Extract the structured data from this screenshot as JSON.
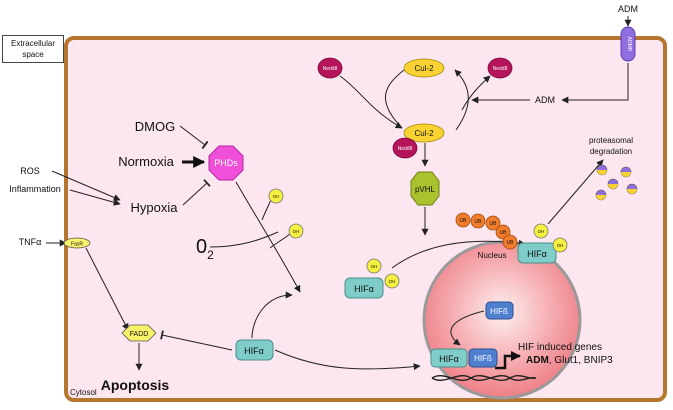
{
  "compartments": {
    "extracellular": "Extracellular space",
    "cytosol": "Cytosol",
    "nucleus": "Nucleus"
  },
  "stimuli": {
    "ros": "ROS",
    "inflammation": "Inflammation",
    "tnfa": "TNFα",
    "dmog": "DMOG",
    "normoxia": "Normoxia",
    "hypoxia": "Hypoxia",
    "o2_main": "0",
    "o2_sub": "2"
  },
  "molecules": {
    "phds": "PHDs",
    "fasr": "FasR",
    "fadd": "FADD",
    "nedd8": "Nedd8",
    "cul2": "Cul-2",
    "pvhl": "pVHL",
    "oh": "OH",
    "ub": "UB",
    "hifa": "HIFα",
    "hifb": "HIFß",
    "adm_top": "ADM",
    "adm_mid": "ADM",
    "admr": "ADMR"
  },
  "outcomes": {
    "apoptosis": "Apoptosis",
    "proteasomal1": "proteasomal",
    "proteasomal2": "degradation",
    "genes_title": "HIF induced genes",
    "genes_adm": "ADM",
    "genes_rest": ", Glut1, BNIP3"
  },
  "colors": {
    "cell_border": "#b5762f",
    "cytosol": "#fce6f0",
    "nucleus": "#f07f85",
    "phds": "#f04fd9",
    "pvhl": "#a9c22e",
    "cul2": "#f7d231",
    "nedd8": "#b5135a",
    "hif": "#7ecdc8",
    "hifb": "#4f7fcf",
    "oh": "#f5f03f",
    "ub": "#f07c2c",
    "fadd": "#f7f26a",
    "admr": "#8f6fe0"
  }
}
